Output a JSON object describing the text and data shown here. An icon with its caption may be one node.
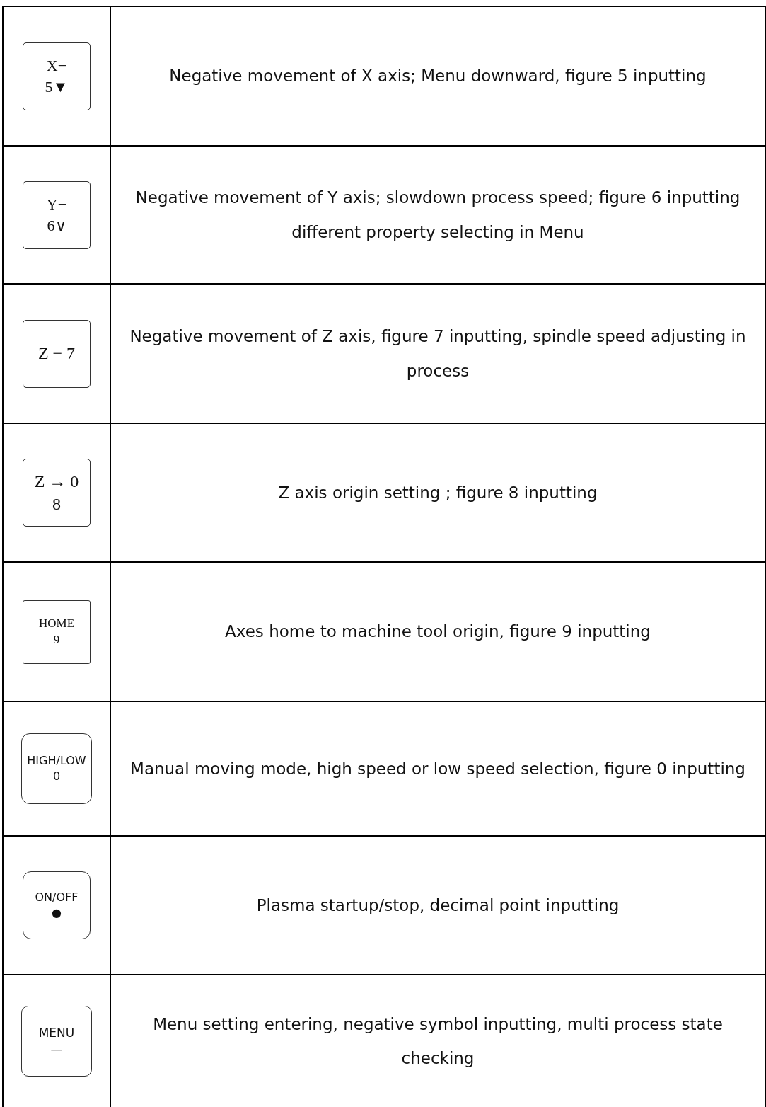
{
  "diagram": {
    "labels": [
      "X− 5▼",
      "Negative movement of X axis; Menu downward, figure 5 inputting",
      "Y− 6∨",
      "Negative movement of Y axis; slowdown process speed; figure 6 inputting different property selecting in Menu",
      "Z − 7",
      "Negative movement of Z axis, figure 7 inputting, spindle speed adjusting in process",
      "Z → 0 8",
      "Z axis origin setting ; figure 8 inputting",
      "HOME 9",
      "Axes home to machine tool origin, figure 9 inputting",
      "HIGH/LOW 0",
      "Manual moving mode, high speed or low speed selection, figure 0 inputting",
      "ON/OFF ●",
      "Plasma startup/stop, decimal point inputting",
      "MENU —",
      "Menu setting entering, negative symbol inputting, multi process state checking"
    ]
  }
}
